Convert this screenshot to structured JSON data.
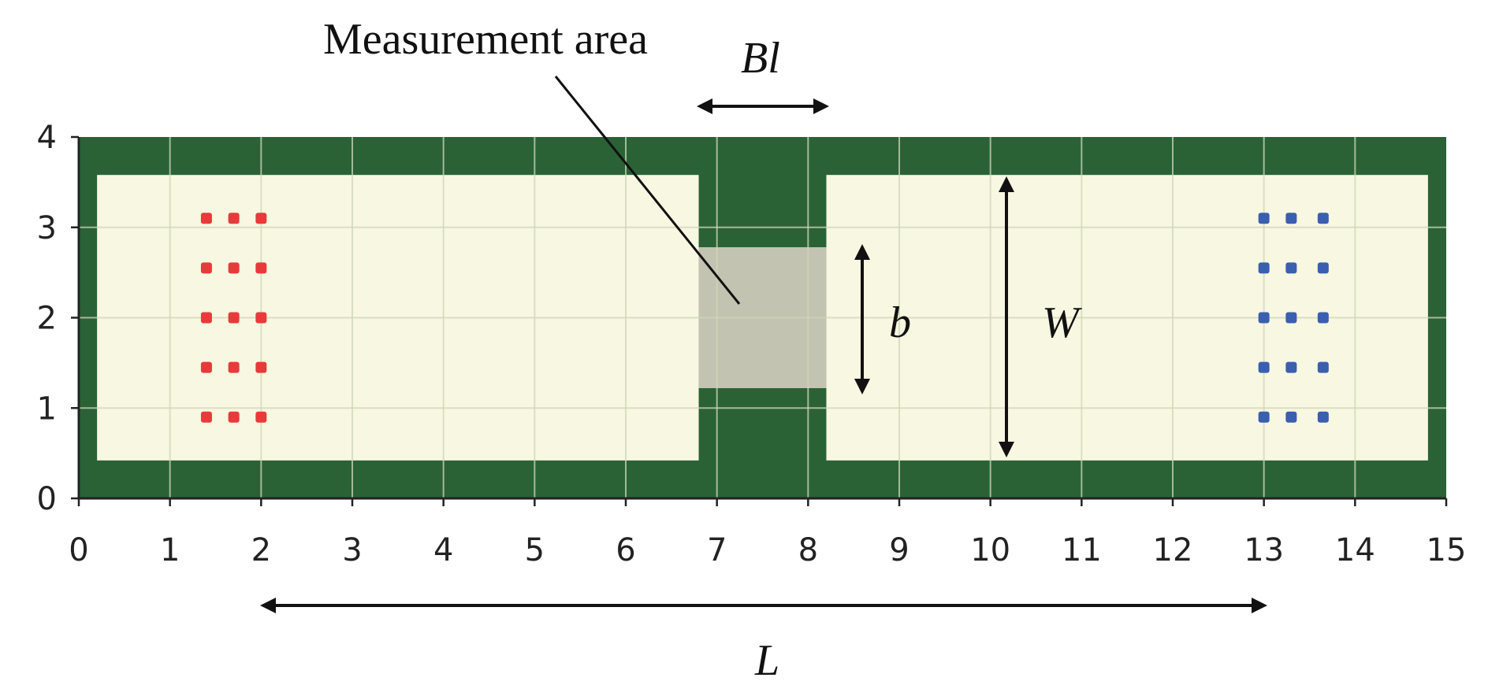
{
  "chart_data": {
    "type": "heatmap",
    "xlim": [
      0,
      15
    ],
    "ylim": [
      0,
      4
    ],
    "x_ticks": [
      "0",
      "1",
      "2",
      "3",
      "4",
      "5",
      "6",
      "7",
      "8",
      "9",
      "10",
      "11",
      "12",
      "13",
      "14",
      "15"
    ],
    "y_ticks": [
      "0",
      "1",
      "2",
      "3",
      "4"
    ],
    "grid": true,
    "colors": {
      "wall": "#2a6236",
      "floor": "#f8f7e1",
      "measurement": "#c2c3b0",
      "grid": "#cfd8b8",
      "red_dots": "#e83a3a",
      "blue_dots": "#3a5fb0"
    },
    "regions": [
      {
        "name": "wall",
        "x": [
          0,
          15
        ],
        "y": [
          0,
          4
        ]
      },
      {
        "name": "left-room",
        "x": [
          0.2,
          6.8
        ],
        "y": [
          0.42,
          3.58
        ]
      },
      {
        "name": "right-room",
        "x": [
          8.2,
          14.8
        ],
        "y": [
          0.42,
          3.58
        ]
      },
      {
        "name": "measurement-area",
        "x": [
          6.8,
          8.2
        ],
        "y": [
          1.22,
          2.78
        ]
      }
    ],
    "red_agents": {
      "x": [
        1.4,
        1.7,
        2.0
      ],
      "y": [
        0.9,
        1.45,
        2.0,
        2.55,
        3.1
      ]
    },
    "blue_agents": {
      "x": [
        13.0,
        13.3,
        13.65
      ],
      "y": [
        0.9,
        1.45,
        2.0,
        2.55,
        3.1
      ]
    }
  },
  "annotations": {
    "measurement_label": "Measurement area",
    "bl_label": "Bl",
    "b_label": "b",
    "w_label": "W",
    "l_label": "L"
  }
}
